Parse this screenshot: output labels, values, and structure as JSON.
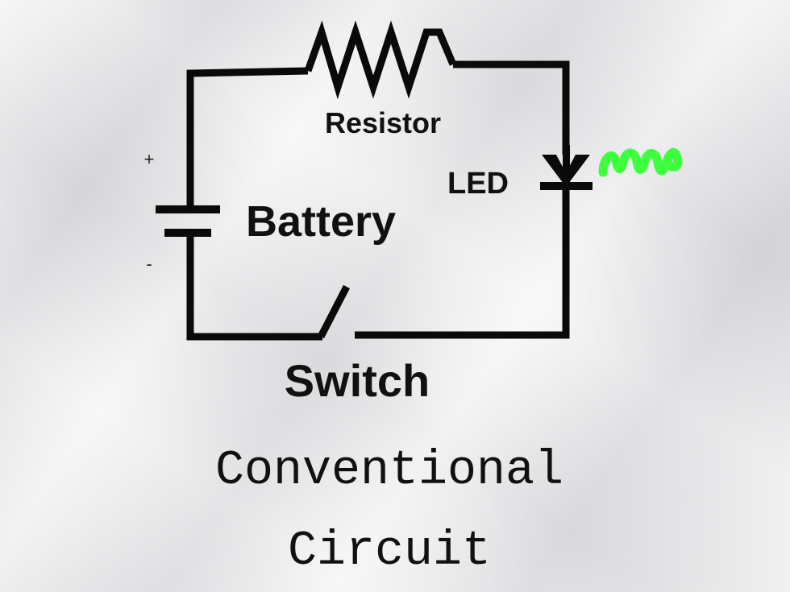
{
  "diagram": {
    "title_line1": "Conventional",
    "title_line2": "Circuit",
    "components": {
      "resistor": "Resistor",
      "led": "LED",
      "battery": "Battery",
      "switch": "Switch"
    },
    "battery_terminals": {
      "positive": "+",
      "negative": "-"
    },
    "colors": {
      "wire": "#0a0a0a",
      "light_emission": "#3dff3d",
      "paper": "#e4e4e6"
    },
    "switch_state": "open"
  }
}
